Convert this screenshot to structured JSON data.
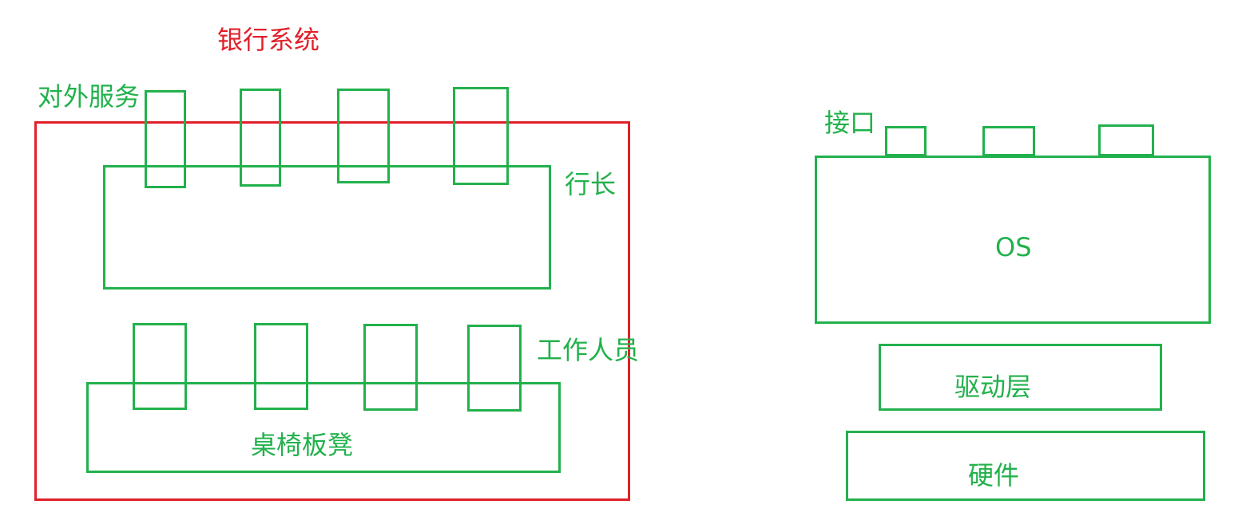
{
  "colors": {
    "green": "#22b14c",
    "red": "#e0202a"
  },
  "left_diagram": {
    "title": "银行系统",
    "services_label": "对外服务",
    "manager_label": "行长",
    "staff_label": "工作人员",
    "furniture_label": "桌椅板凳"
  },
  "right_diagram": {
    "interface_label": "接口",
    "os_label": "OS",
    "driver_label": "驱动层",
    "hardware_label": "硬件"
  }
}
